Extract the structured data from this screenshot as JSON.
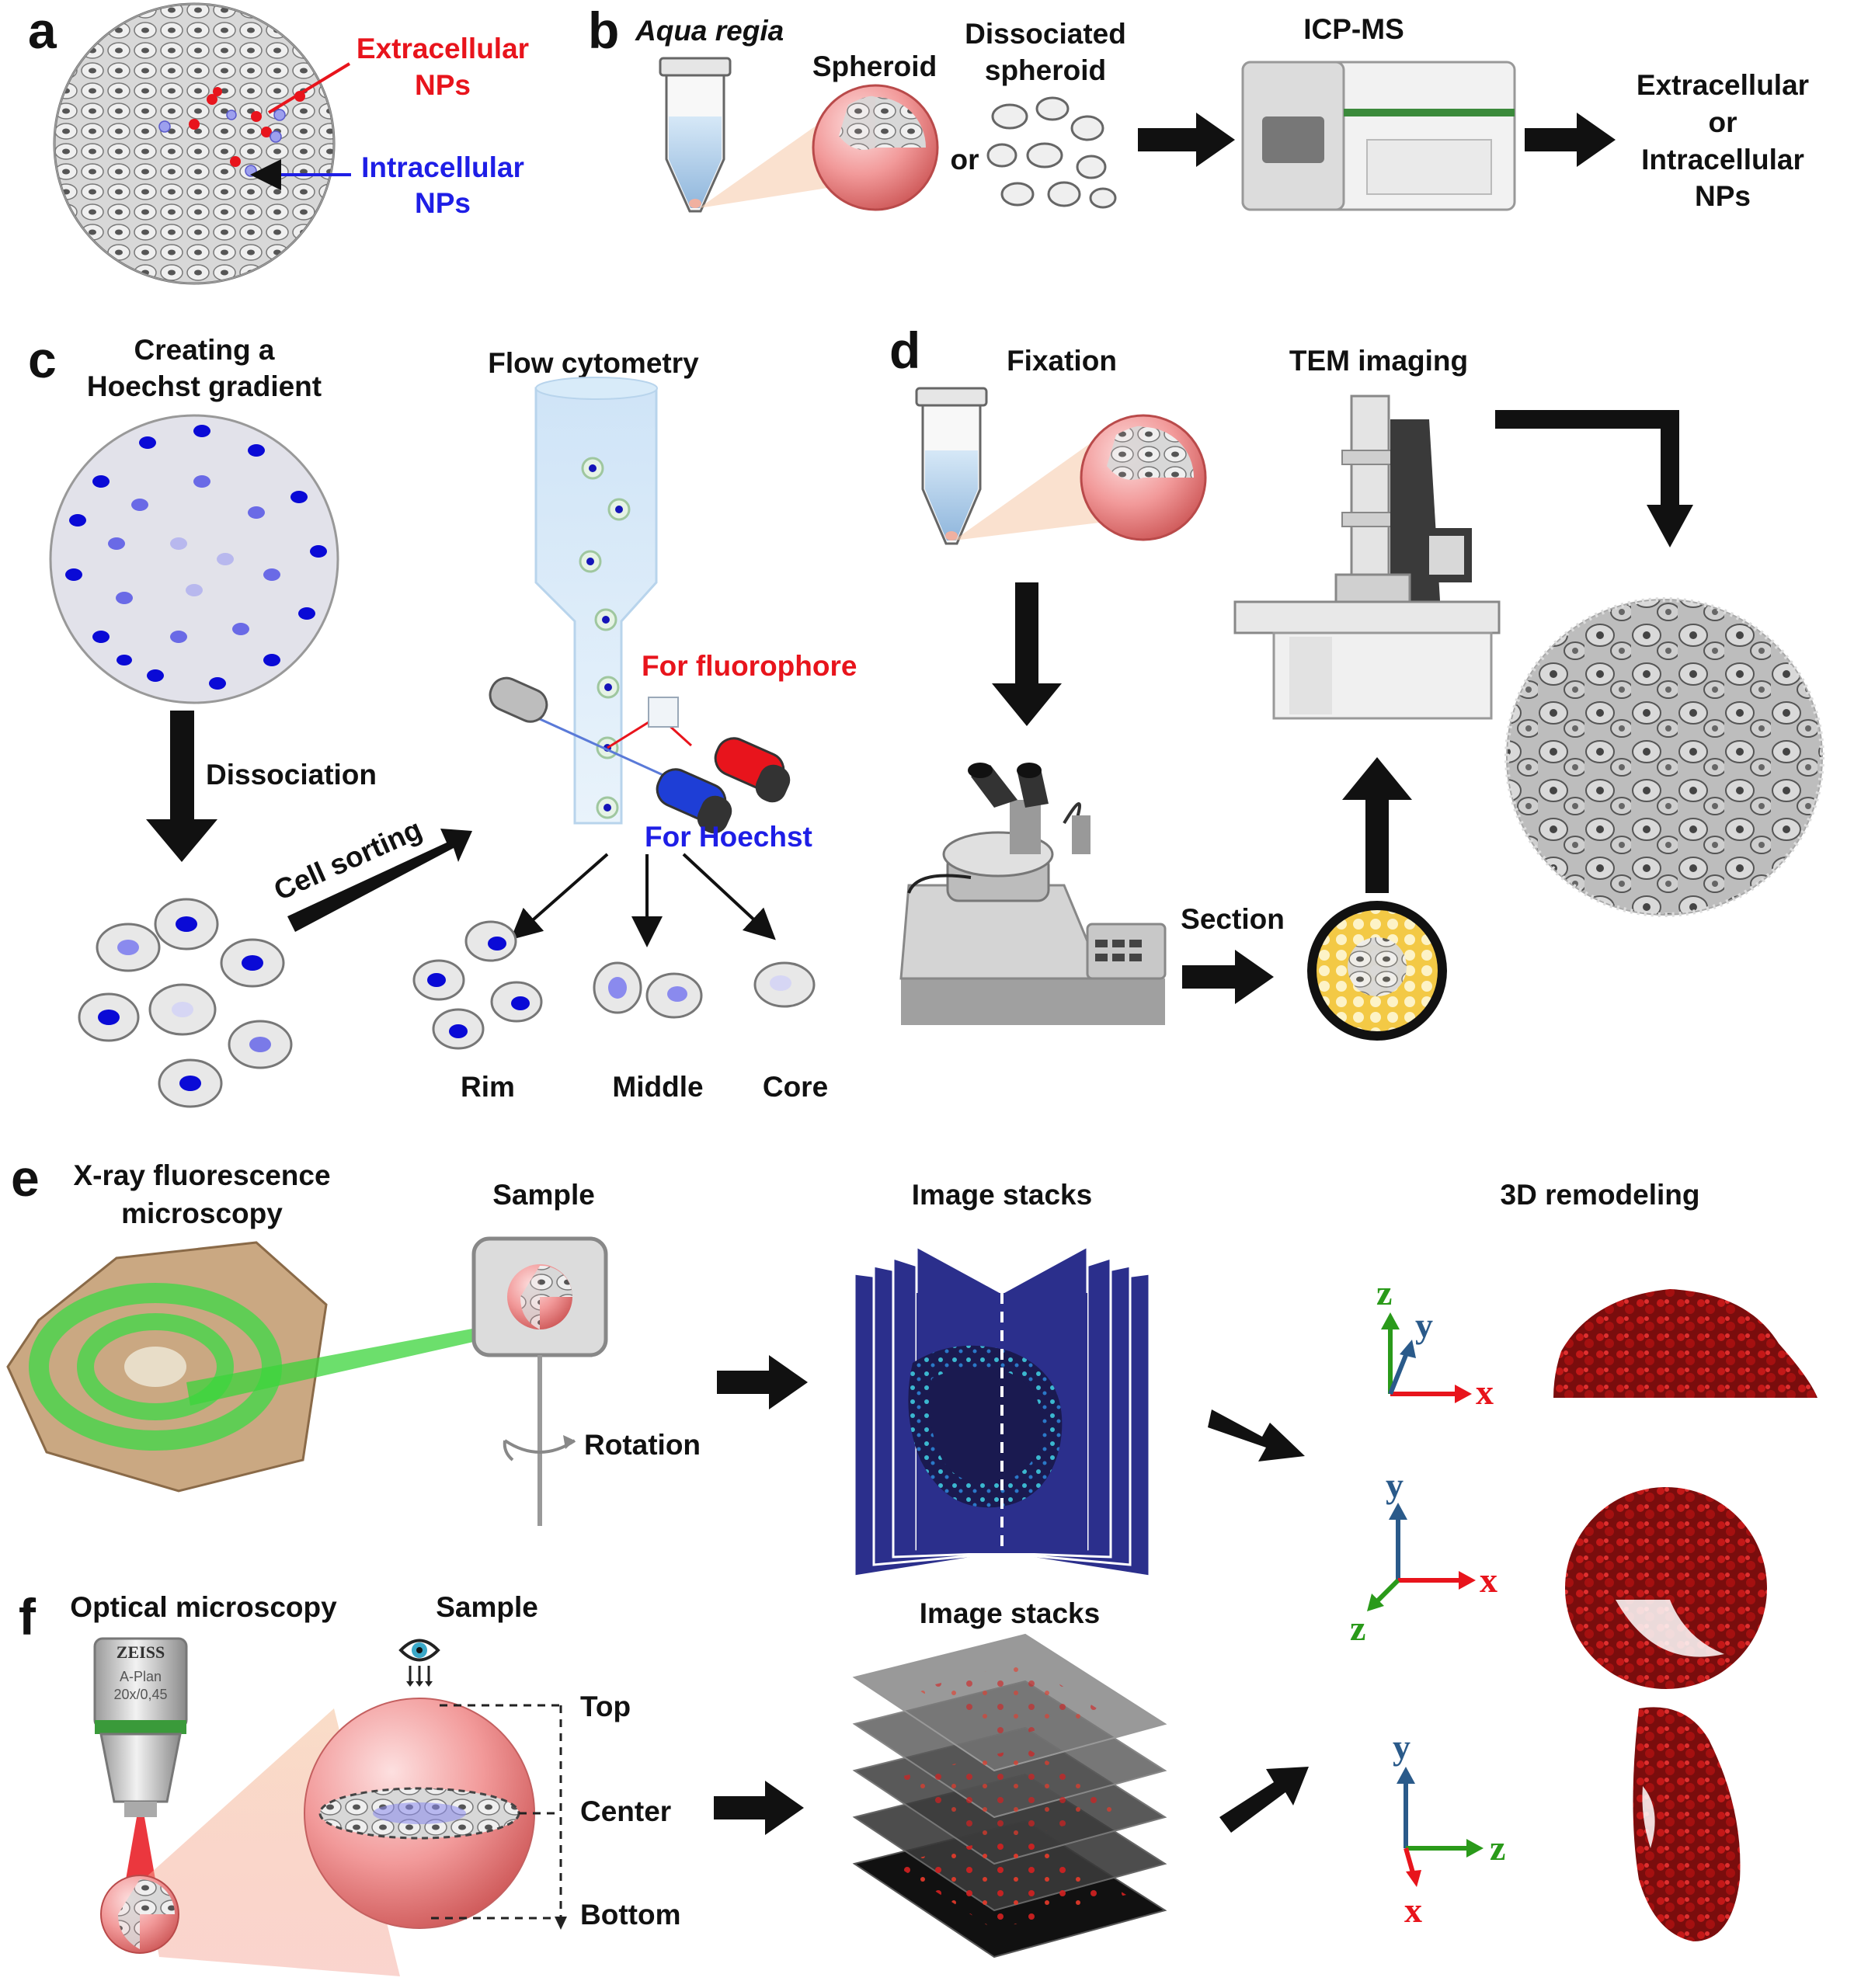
{
  "colors": {
    "red": "#e8141c",
    "blue": "#1e1ee6",
    "hoechst": "#0a0ad6",
    "green": "#2a9a1a",
    "axisBlue": "#2a5a8a",
    "tem": "#8c8c8c",
    "xrfBlue": "#2b2f8c",
    "dark": "#111111"
  },
  "a": {
    "panel": "a",
    "extra_1": "Extracellular",
    "extra_2": "NPs",
    "intra_1": "Intracellular",
    "intra_2": "NPs"
  },
  "b": {
    "panel": "b",
    "aqua": "Aqua regia",
    "spheroid": "Spheroid",
    "dissoc_1": "Dissociated",
    "dissoc_2": "spheroid",
    "or": "or",
    "icpms": "ICP-MS",
    "out_1": "Extracellular",
    "out_2": "or",
    "out_3": "Intracellular",
    "out_4": "NPs"
  },
  "c": {
    "panel": "c",
    "grad_1": "Creating a",
    "grad_2": "Hoechst gradient",
    "flow": "Flow cytometry",
    "fluor": "For fluorophore",
    "hoechst": "For Hoechst",
    "dissociation": "Dissociation",
    "sorting": "Cell sorting",
    "rim": "Rim",
    "middle": "Middle",
    "core": "Core"
  },
  "d": {
    "panel": "d",
    "fixation": "Fixation",
    "tem": "TEM imaging",
    "section": "Section"
  },
  "e": {
    "panel": "e",
    "xrf_1": "X-ray fluorescence",
    "xrf_2": "microscopy",
    "sample": "Sample",
    "rotation": "Rotation",
    "stacks": "Image stacks",
    "remodel": "3D remodeling"
  },
  "f": {
    "panel": "f",
    "optical": "Optical microscopy",
    "sample": "Sample",
    "stacks": "Image stacks",
    "top": "Top",
    "center": "Center",
    "bottom": "Bottom",
    "zeiss_brand": "ZEISS",
    "zeiss_1": "A-Plan",
    "zeiss_2": "20x/0,45"
  },
  "axes": {
    "x": "x",
    "y": "y",
    "z": "z"
  }
}
